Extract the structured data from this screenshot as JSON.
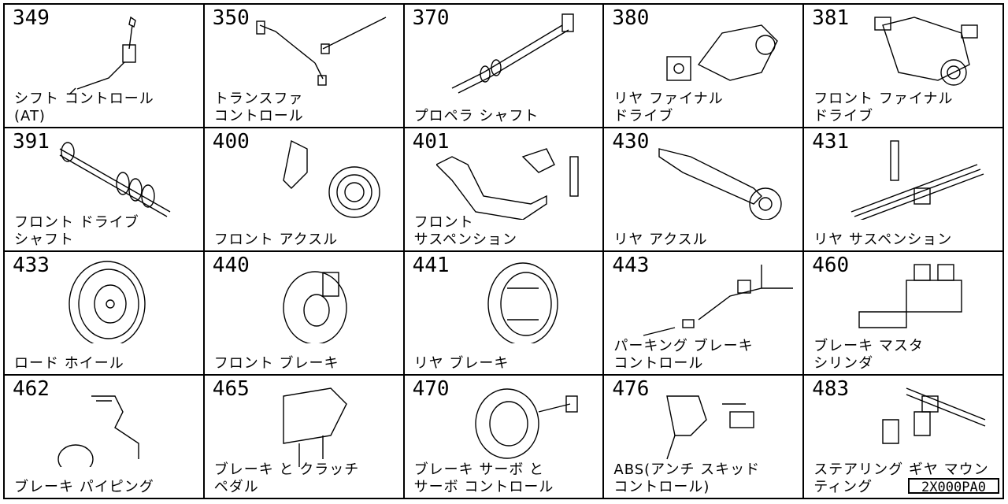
{
  "catalog_code": "2X000PA0",
  "cells": [
    {
      "num": "349",
      "line1": "シフト コントロール",
      "line2": "(AT)",
      "icon": "shift-control-icon"
    },
    {
      "num": "350",
      "line1": "トランスファ",
      "line2": "コントロール",
      "icon": "transfer-control-icon"
    },
    {
      "num": "370",
      "line1": "",
      "line2": "プロペラ シャフト",
      "icon": "propeller-shaft-icon"
    },
    {
      "num": "380",
      "line1": "リヤ ファイナル",
      "line2": "ドライブ",
      "icon": "rear-final-drive-icon"
    },
    {
      "num": "381",
      "line1": "フロント ファイナル",
      "line2": "ドライブ",
      "icon": "front-final-drive-icon"
    },
    {
      "num": "391",
      "line1": "フロント ドライブ",
      "line2": "シャフト",
      "icon": "front-drive-shaft-icon"
    },
    {
      "num": "400",
      "line1": "",
      "line2": "フロント アクスル",
      "icon": "front-axle-icon"
    },
    {
      "num": "401",
      "line1": "フロント",
      "line2": "サスペンション",
      "icon": "front-suspension-icon"
    },
    {
      "num": "430",
      "line1": "",
      "line2": "リヤ アクスル",
      "icon": "rear-axle-icon"
    },
    {
      "num": "431",
      "line1": "",
      "line2": "リヤ サスペンション",
      "icon": "rear-suspension-icon"
    },
    {
      "num": "433",
      "line1": "",
      "line2": "ロード ホイール",
      "icon": "road-wheel-icon"
    },
    {
      "num": "440",
      "line1": "",
      "line2": "フロント ブレーキ",
      "icon": "front-brake-icon"
    },
    {
      "num": "441",
      "line1": "",
      "line2": "リヤ ブレーキ",
      "icon": "rear-brake-icon"
    },
    {
      "num": "443",
      "line1": "パーキング ブレーキ",
      "line2": "コントロール",
      "icon": "parking-brake-control-icon"
    },
    {
      "num": "460",
      "line1": "ブレーキ マスタ",
      "line2": "シリンダ",
      "icon": "brake-master-cylinder-icon"
    },
    {
      "num": "462",
      "line1": "",
      "line2": "ブレーキ パイピング",
      "icon": "brake-piping-icon"
    },
    {
      "num": "465",
      "line1": "ブレーキ と クラッチ",
      "line2": "ペダル",
      "icon": "brake-clutch-pedal-icon"
    },
    {
      "num": "470",
      "line1": "ブレーキ サーボ と",
      "line2": "サーボ コントロール",
      "icon": "brake-servo-icon"
    },
    {
      "num": "476",
      "line1": "ABS(アンチ スキッド",
      "line2": "コントロール)",
      "icon": "abs-control-icon"
    },
    {
      "num": "483",
      "line1": "ステアリング ギヤ マウン",
      "line2": "ティング",
      "icon": "steering-gear-mounting-icon"
    }
  ]
}
